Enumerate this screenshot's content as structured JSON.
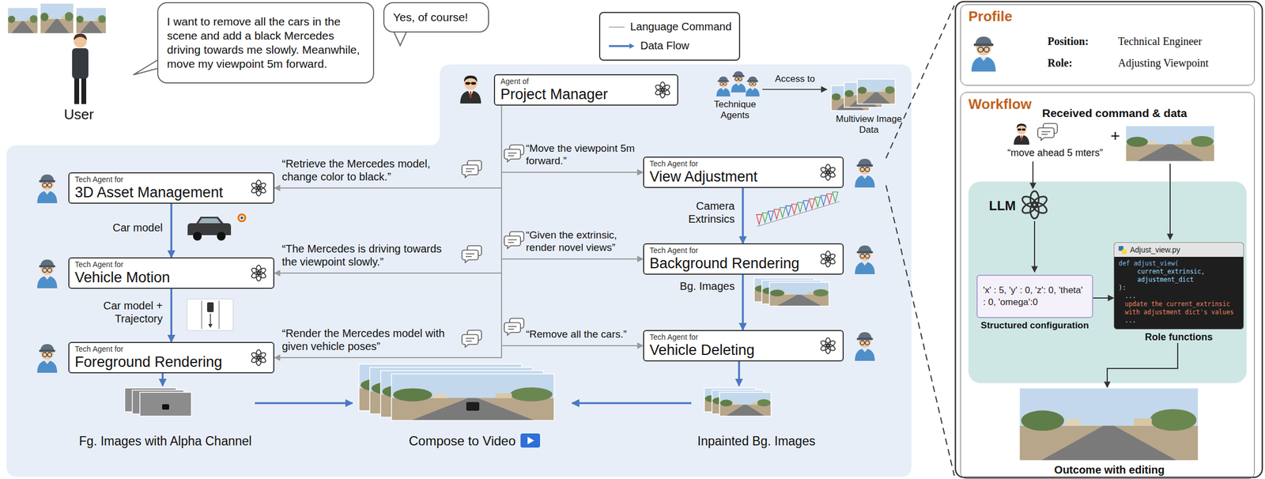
{
  "diagram": {
    "nodes": [
      {
        "text": [
          "I want to remove all the cars in the scene and add a black Mercedes driving towards me slowly. Meanwhile, move my viewpoint 5m forward."
        ]
      },
      {
        "text": [
          "Yes, of course!"
        ]
      },
      {
        "text": [
          "Agent of",
          "Project Manager"
        ]
      },
      {
        "text": [
          "Technique Agents"
        ]
      },
      {
        "text": [
          "Multiview Image Data"
        ]
      },
      {
        "text": [
          "Tech Agent for",
          "3D Asset Management"
        ]
      },
      {
        "text": [
          "Tech Agent for",
          "Vehicle Motion"
        ]
      },
      {
        "text": [
          "Tech Agent for",
          "Foreground Rendering"
        ]
      },
      {
        "text": [
          "Fg. Images with Alpha Channel"
        ]
      },
      {
        "text": [
          "Tech Agent for",
          "View Adjustment"
        ]
      },
      {
        "text": [
          "Tech Agent for",
          "Background Rendering"
        ]
      },
      {
        "text": [
          "Tech Agent for",
          "Vehicle Deleting"
        ]
      },
      {
        "text": [
          "Inpainted Bg. Images"
        ]
      },
      {
        "text": [
          "Compose to Video"
        ]
      },
      {
        "text": [
          "Profile",
          "Position:",
          "Technical Engineer",
          "Role:",
          "Adjusting Viewpoint"
        ]
      },
      {
        "text": [
          "Workflow",
          "Received command & data"
        ]
      },
      {
        "text": [
          "LLM"
        ],
        "in": 15
      },
      {
        "text": [
          "'x' : 5, 'y' : 0, 'z': 0, 'theta' : 0, 'omega':0",
          "Structured configuration"
        ],
        "in": 16
      },
      {
        "text": [
          "Adjust_view.py",
          "def adjust_view(",
          "current_extrinsic,",
          "adjustment_dict",
          "):",
          "...",
          "update the current_extrinsic",
          "with adjustment dict's values",
          "...",
          "Role functions"
        ],
        "in": 16
      },
      {
        "text": [
          "Outcome with editing"
        ],
        "in": 15
      }
    ],
    "edges": [
      {
        "from": 3,
        "to": 4,
        "label": "Access to",
        "arrow": "to"
      },
      {
        "from": 2,
        "to": 9,
        "label": "“Move the viewpoint 5m forward.”",
        "arrow": "to"
      },
      {
        "from": 2,
        "to": 5,
        "label": "“Retrieve the Mercedes model, change color to black.”",
        "arrow": "to"
      },
      {
        "from": 2,
        "to": 6,
        "label": "“The Mercedes is driving towards the viewpoint slowly.”",
        "arrow": "to"
      },
      {
        "from": 2,
        "to": 10,
        "label": "“Given the extrinsic, render novel views”",
        "arrow": "to"
      },
      {
        "from": 2,
        "to": 7,
        "label": "“Render the Mercedes model with given vehicle poses”",
        "arrow": "to"
      },
      {
        "from": 2,
        "to": 11,
        "label": "“Remove all the cars.”",
        "arrow": "to"
      },
      {
        "from": 5,
        "to": 6,
        "label": "Car model",
        "arrow": "to"
      },
      {
        "from": 6,
        "to": 7,
        "label": "Car model + Trajectory",
        "arrow": "to"
      },
      {
        "from": 7,
        "to": 8,
        "arrow": "to"
      },
      {
        "from": 8,
        "to": 13,
        "arrow": "to"
      },
      {
        "from": 9,
        "to": 10,
        "label": "Camera Extrinsics",
        "arrow": "to"
      },
      {
        "from": 10,
        "to": 11,
        "label": "Bg. Images",
        "arrow": "to"
      },
      {
        "from": 11,
        "to": 12,
        "arrow": "to"
      },
      {
        "from": 12,
        "to": 13,
        "arrow": "to"
      },
      {
        "from": 17,
        "to": 18,
        "arrow": "to"
      },
      {
        "from": 18,
        "to": 19,
        "arrow": "to"
      }
    ],
    "labels": [
      "User",
      "“move ahead 5 mters”",
      "+"
    ],
    "legend": [
      {
        "text": "Language Command"
      },
      {
        "text": "Data Flow"
      }
    ]
  }
}
